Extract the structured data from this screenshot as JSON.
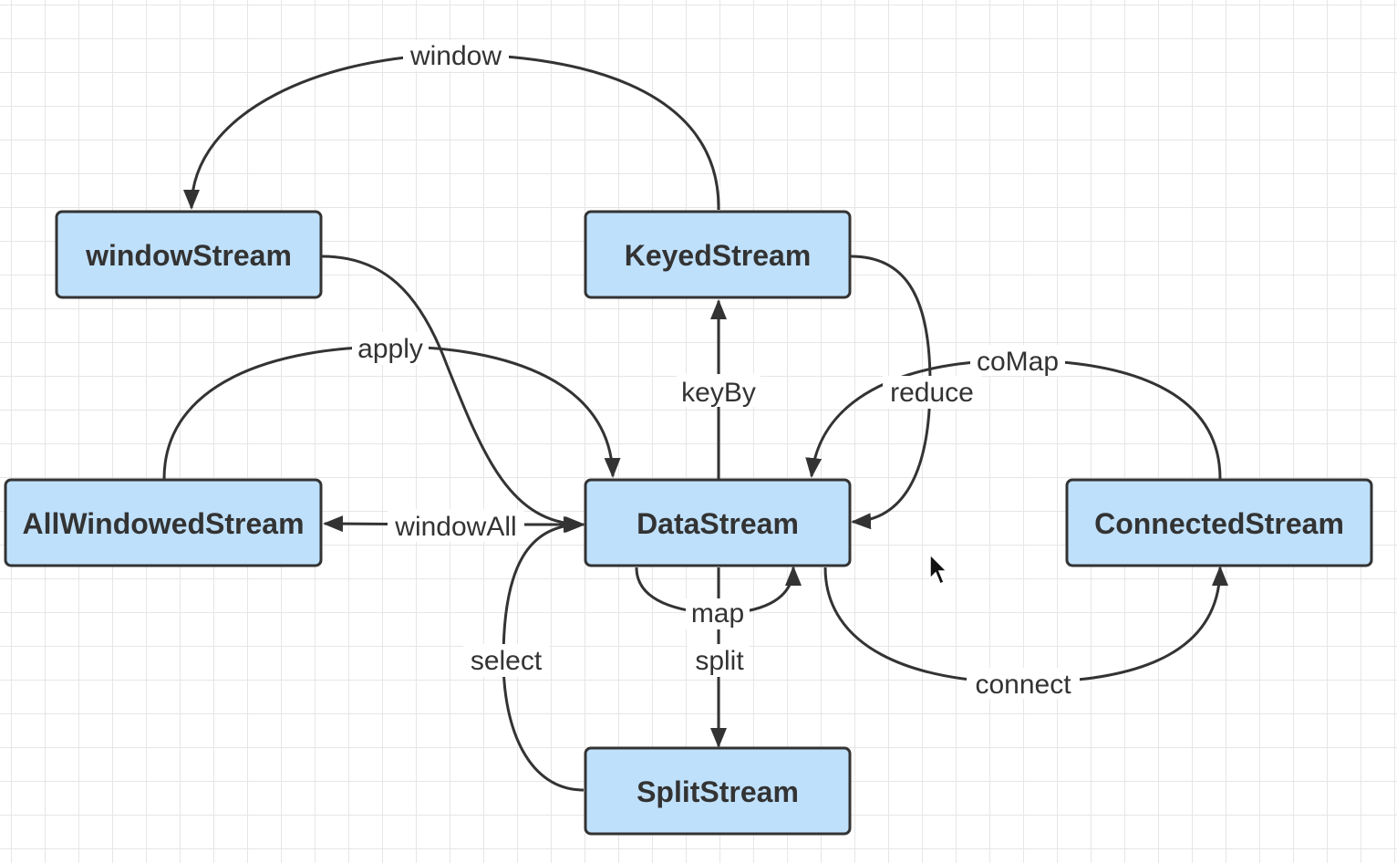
{
  "nodes": {
    "window_stream": "windowStream",
    "keyed_stream": "KeyedStream",
    "all_windowed_stream": "AllWindowedStream",
    "data_stream": "DataStream",
    "connected_stream": "ConnectedStream",
    "split_stream": "SplitStream"
  },
  "edges": {
    "window": "window",
    "apply": "apply",
    "key_by": "keyBy",
    "co_map": "coMap",
    "reduce": "reduce",
    "window_all": "windowAll",
    "map": "map",
    "select": "select",
    "split": "split",
    "connect": "connect"
  },
  "colors": {
    "node_fill": "#bfe0fb",
    "stroke": "#333333",
    "grid": "#e6e6e6"
  },
  "cursor": "arrow-cursor-icon"
}
